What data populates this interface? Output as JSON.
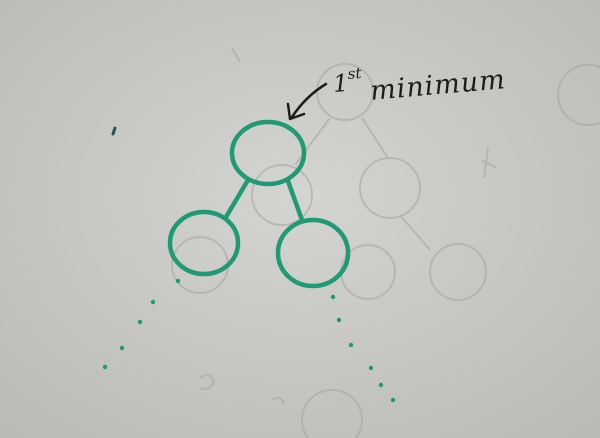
{
  "annotation": {
    "ordinal_number": "1",
    "ordinal_suffix": "st",
    "word": "minimum"
  },
  "colors": {
    "paper": "#c9c9c6",
    "ink_green": "#1f9a74",
    "ink_black": "#1c1c1c",
    "ghost_ink": "#a4a4a0"
  },
  "tree": {
    "nodes": [
      "root",
      "left-child",
      "right-child"
    ],
    "edges": [
      [
        "root",
        "left-child"
      ],
      [
        "root",
        "right-child"
      ]
    ]
  }
}
